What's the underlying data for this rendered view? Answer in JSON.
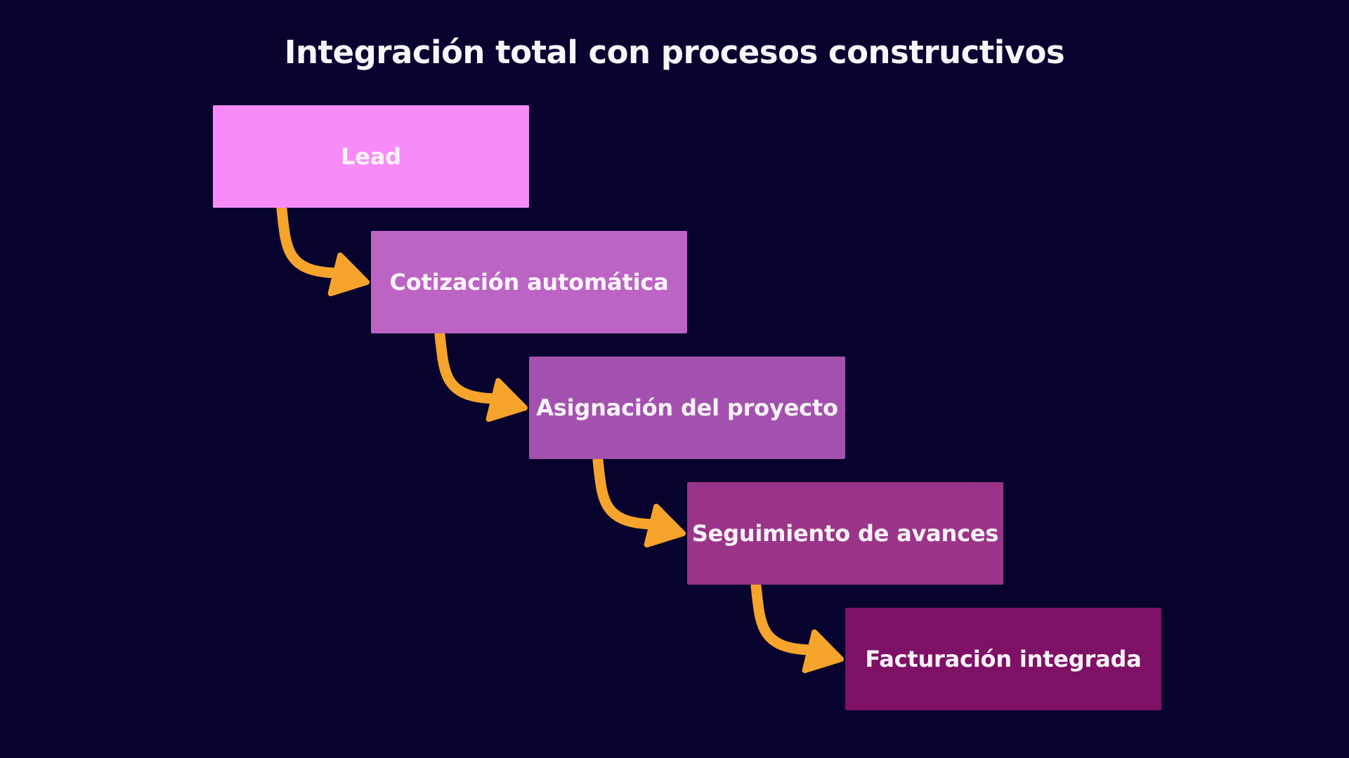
{
  "title": "Integración total con procesos constructivos",
  "colors": {
    "background": "#08022F",
    "title_text": "#F8F5FB",
    "step_text": "#FBF3FB",
    "arrow": "#F7A42C"
  },
  "steps": [
    {
      "label": "Lead",
      "color": "#F78CF8"
    },
    {
      "label": "Cotización automática",
      "color": "#BB64C4"
    },
    {
      "label": "Asignación del proyecto",
      "color": "#A351AF"
    },
    {
      "label": "Seguimiento de avances",
      "color": "#9A3489"
    },
    {
      "label": "Facturación integrada",
      "color": "#7E1066"
    }
  ]
}
